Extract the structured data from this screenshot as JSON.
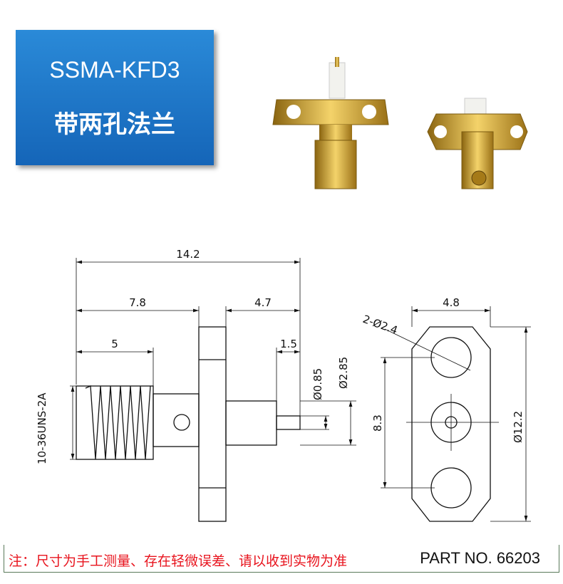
{
  "title": {
    "model": "SSMA-KFD3",
    "subtitle": "带两孔法兰"
  },
  "side_view": {
    "overall": "14.2",
    "front": "7.8",
    "rear": "4.7",
    "thread_len": "5",
    "pin_len": "1.5",
    "pin_dia": "Ø0.85",
    "insulator_dia": "Ø2.85",
    "thread": "10-36UNS-2A"
  },
  "front_view": {
    "width": "4.8",
    "holes": "2-Ø2.4",
    "hole_spacing": "8.3",
    "length": "Ø12.2"
  },
  "footer": {
    "note": "注：尺寸为手工测量、存在轻微误差、请以收到实物为准",
    "part_no": "PART NO. 66203"
  },
  "colors": {
    "title_bg": "#1e78c8",
    "note": "#e8141e",
    "gold": "#d4a62a"
  }
}
